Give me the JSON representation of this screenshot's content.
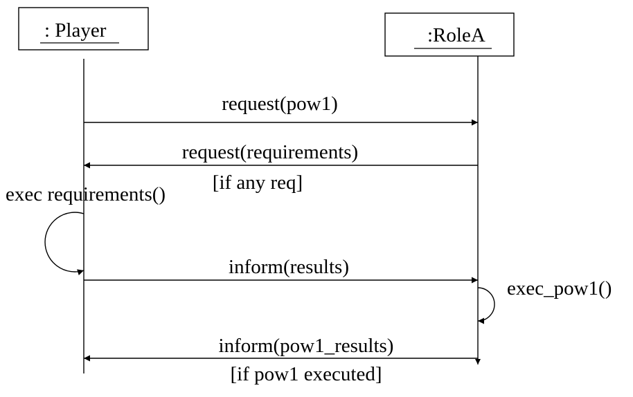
{
  "diagram": {
    "lifelines": {
      "player": {
        "label": ": Player"
      },
      "rolea": {
        "label": ":RoleA"
      }
    },
    "messages": [
      {
        "label": "request(pow1)"
      },
      {
        "label": "request(requirements)",
        "guard": "[if any req]"
      },
      {
        "label": "inform(results)"
      },
      {
        "label": "inform(pow1_results)",
        "guard": "[if pow1 executed]"
      }
    ],
    "self_calls": {
      "player": {
        "label": "exec requirements()"
      },
      "rolea": {
        "label": "exec_pow1()"
      }
    }
  }
}
